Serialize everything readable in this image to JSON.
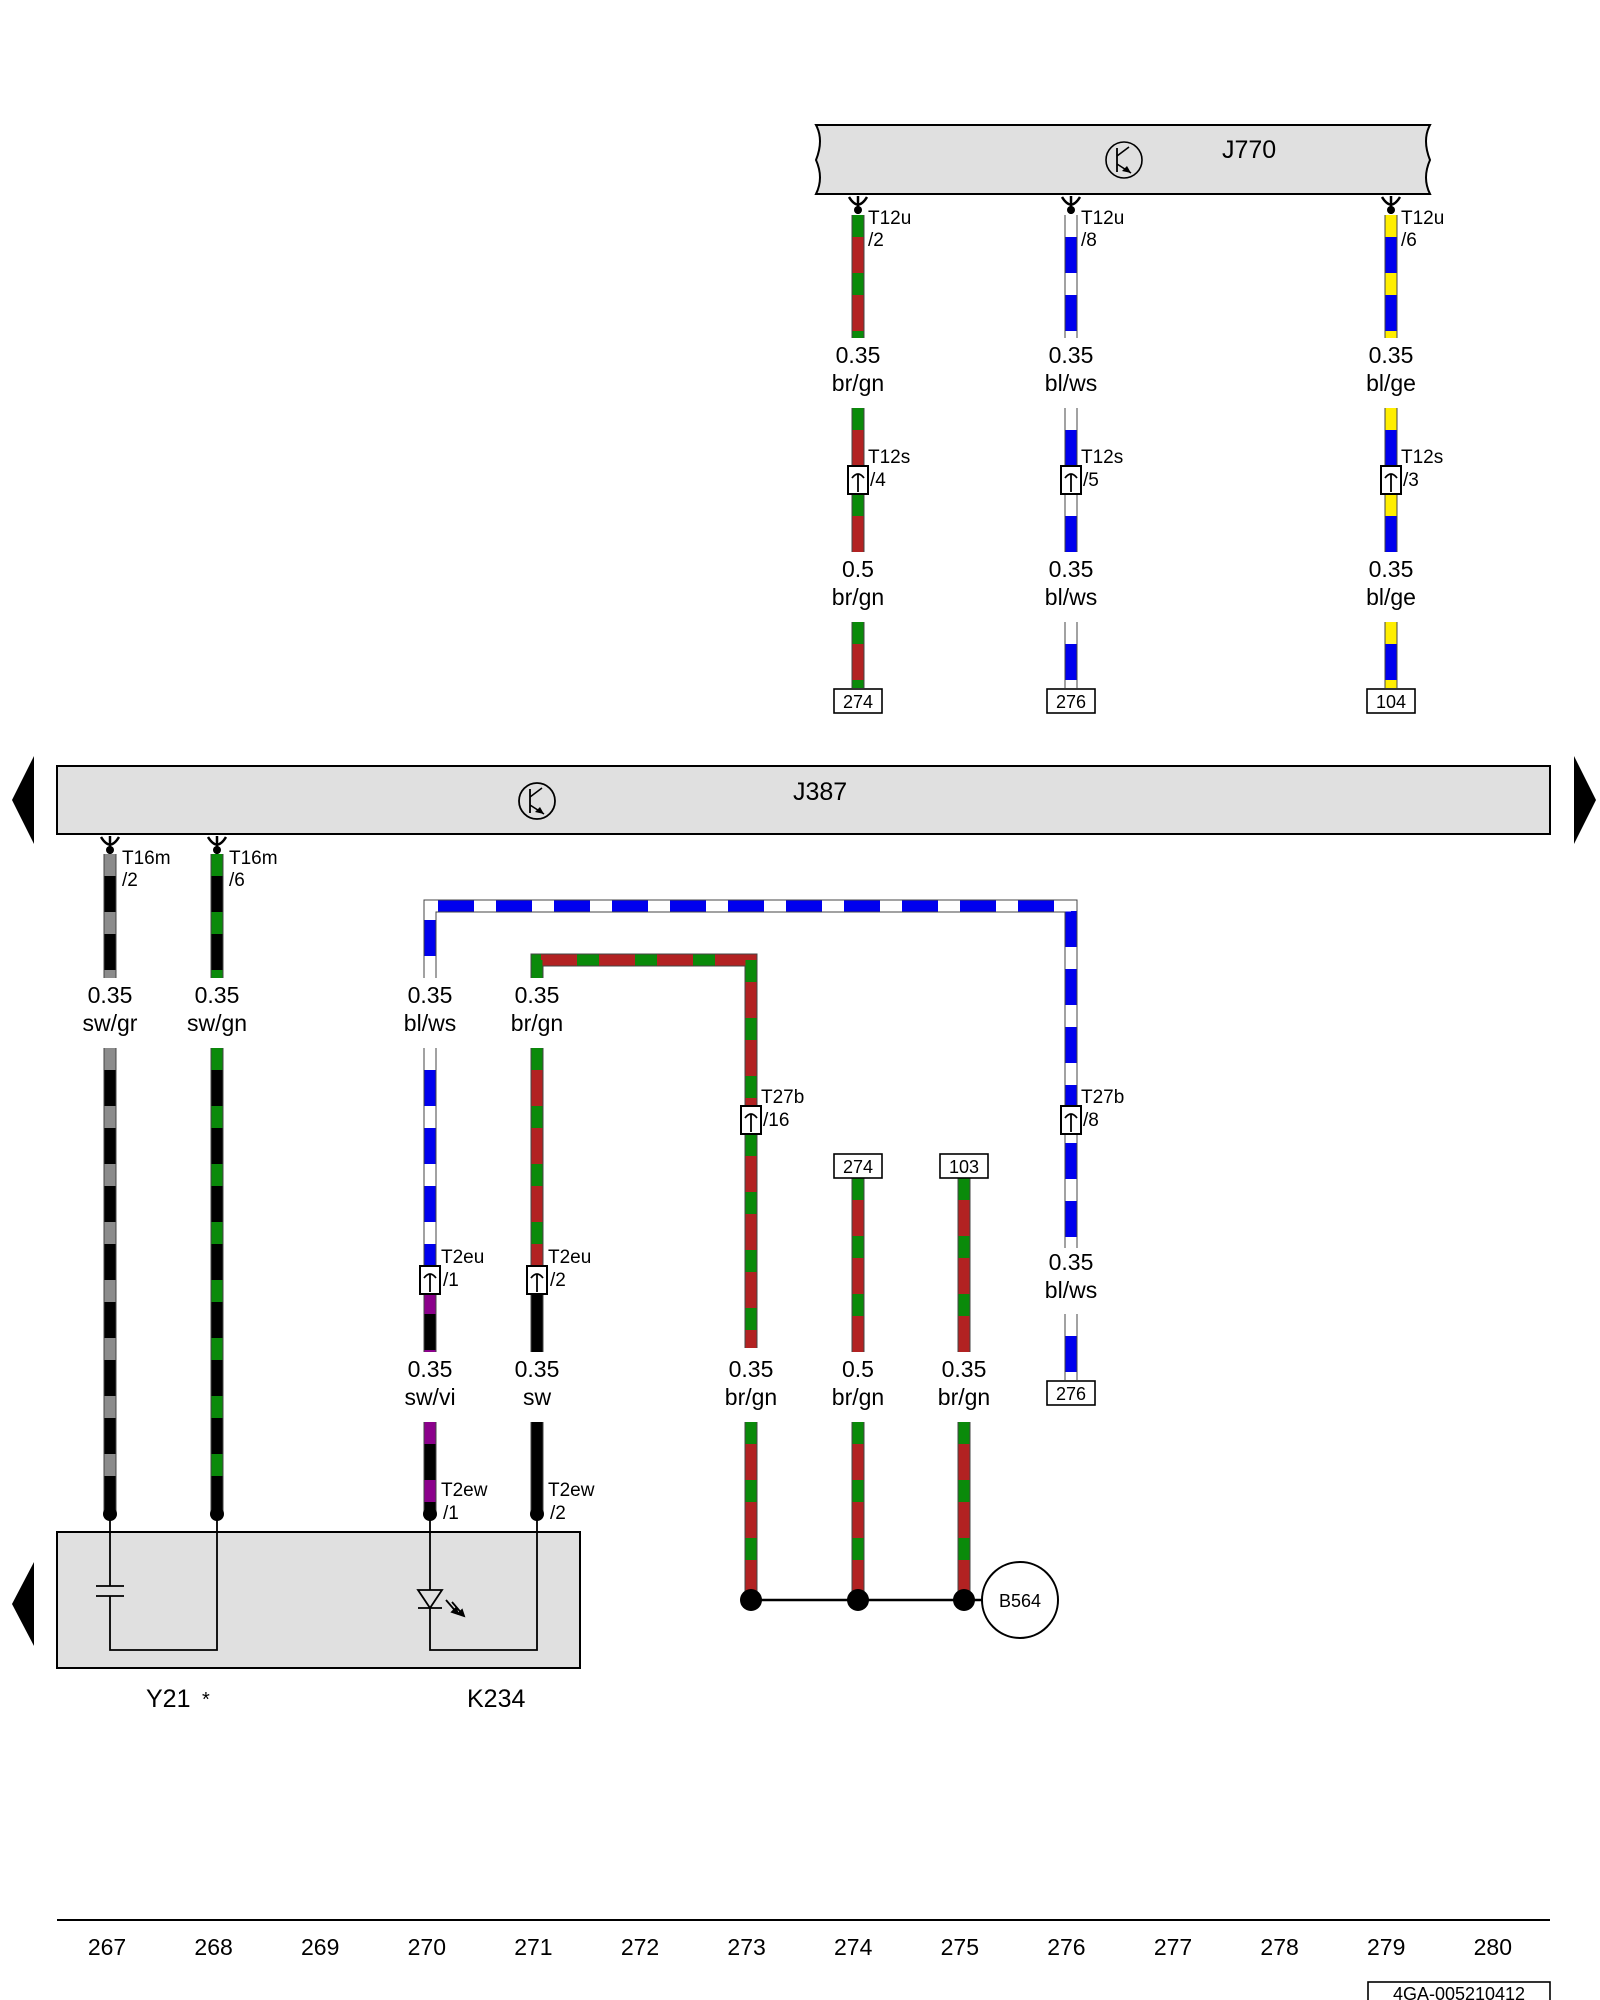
{
  "components": {
    "j770": {
      "label": "J770"
    },
    "j387": {
      "label": "J387"
    },
    "y21": {
      "label": "Y21"
    },
    "y21_marker": {
      "label": "*"
    },
    "k234": {
      "label": "K234"
    },
    "b564": {
      "label": "B564"
    }
  },
  "connectors": {
    "t12u_2": {
      "name": "T12u",
      "pin": "/2"
    },
    "t12u_8": {
      "name": "T12u",
      "pin": "/8"
    },
    "t12u_6": {
      "name": "T12u",
      "pin": "/6"
    },
    "t12s_4": {
      "name": "T12s",
      "pin": "/4"
    },
    "t12s_5": {
      "name": "T12s",
      "pin": "/5"
    },
    "t12s_3": {
      "name": "T12s",
      "pin": "/3"
    },
    "t16m_2": {
      "name": "T16m",
      "pin": "/2"
    },
    "t16m_6": {
      "name": "T16m",
      "pin": "/6"
    },
    "t2eu_1": {
      "name": "T2eu",
      "pin": "/1"
    },
    "t2eu_2": {
      "name": "T2eu",
      "pin": "/2"
    },
    "t27b_16": {
      "name": "T27b",
      "pin": "/16"
    },
    "t27b_8": {
      "name": "T27b",
      "pin": "/8"
    },
    "t2ew_1": {
      "name": "T2ew",
      "pin": "/1"
    },
    "t2ew_2": {
      "name": "T2ew",
      "pin": "/2"
    }
  },
  "wires": {
    "w1": {
      "size": "0.35",
      "color": "br/gn"
    },
    "w2": {
      "size": "0.35",
      "color": "bl/ws"
    },
    "w3": {
      "size": "0.35",
      "color": "bl/ge"
    },
    "w4": {
      "size": "0.5",
      "color": "br/gn"
    },
    "w5": {
      "size": "0.35",
      "color": "bl/ws"
    },
    "w6": {
      "size": "0.35",
      "color": "bl/ge"
    },
    "w7": {
      "size": "0.35",
      "color": "sw/gr"
    },
    "w8": {
      "size": "0.35",
      "color": "sw/gn"
    },
    "w9": {
      "size": "0.35",
      "color": "bl/ws"
    },
    "w10": {
      "size": "0.35",
      "color": "br/gn"
    },
    "w11": {
      "size": "0.35",
      "color": "bl/ws"
    },
    "w12": {
      "size": "0.35",
      "color": "sw/vi"
    },
    "w13": {
      "size": "0.35",
      "color": "sw"
    },
    "w14": {
      "size": "0.35",
      "color": "br/gn"
    },
    "w15": {
      "size": "0.5",
      "color": "br/gn"
    },
    "w16": {
      "size": "0.35",
      "color": "br/gn"
    }
  },
  "refs": {
    "r1": "274",
    "r2": "276",
    "r3": "104",
    "r4": "274",
    "r5": "103",
    "r6": "276"
  },
  "columns": [
    "267",
    "268",
    "269",
    "270",
    "271",
    "272",
    "273",
    "274",
    "275",
    "276",
    "277",
    "278",
    "279",
    "280"
  ],
  "doc_id": "4GA-005210412",
  "colors": {
    "brown": "#b22222",
    "green": "#0a8a0a",
    "blue": "#0000ee",
    "white": "#ffffff",
    "yellow": "#ffee00",
    "black": "#000000",
    "grey": "#8c8c8c",
    "violet": "#8b008b",
    "panel": "#e0e0e0"
  }
}
